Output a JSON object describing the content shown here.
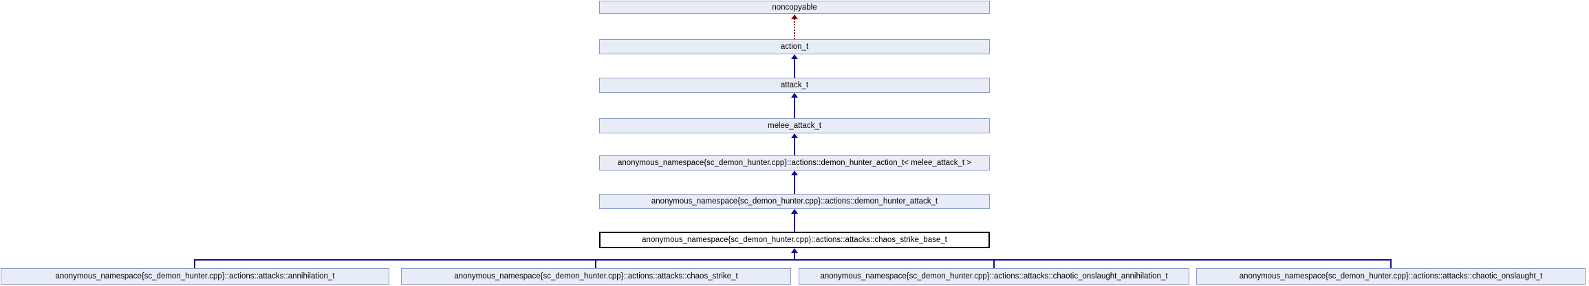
{
  "diagram": {
    "kind": "inheritance-graph",
    "colors": {
      "background": "#ffffff",
      "node_fill": "#e8ecf6",
      "node_border": "#8a9ac6",
      "selected_fill": "#ffffff",
      "selected_border": "#000000",
      "arrow_blue": "#0f0f8b",
      "arrow_red": "#8b0000"
    },
    "nodes": {
      "noncopyable": {
        "label": "noncopyable"
      },
      "action_t": {
        "label": "action_t"
      },
      "attack_t": {
        "label": "attack_t"
      },
      "melee_attack_t": {
        "label": "melee_attack_t"
      },
      "demon_hunter_action_t": {
        "label": "anonymous_namespace{sc_demon_hunter.cpp}::actions::demon_hunter_action_t< melee_attack_t >"
      },
      "demon_hunter_attack_t": {
        "label": "anonymous_namespace{sc_demon_hunter.cpp}::actions::demon_hunter_attack_t"
      },
      "chaos_strike_base_t": {
        "label": "anonymous_namespace{sc_demon_hunter.cpp}::actions::attacks::chaos_strike_base_t"
      },
      "annihilation_t": {
        "label": "anonymous_namespace{sc_demon_hunter.cpp}::actions::attacks::annihilation_t"
      },
      "chaos_strike_t": {
        "label": "anonymous_namespace{sc_demon_hunter.cpp}::actions::attacks::chaos_strike_t"
      },
      "chaotic_onslaught_annihilation_t": {
        "label": "anonymous_namespace{sc_demon_hunter.cpp}::actions::attacks::chaotic_onslaught_annihilation_t"
      },
      "chaotic_onslaught_t": {
        "label": "anonymous_namespace{sc_demon_hunter.cpp}::actions::attacks::chaotic_onslaught_t"
      }
    },
    "edges": [
      {
        "from": "action_t",
        "to": "noncopyable",
        "style": "dotted",
        "color": "#8b0000"
      },
      {
        "from": "attack_t",
        "to": "action_t",
        "style": "solid",
        "color": "#0f0f8b"
      },
      {
        "from": "melee_attack_t",
        "to": "attack_t",
        "style": "solid",
        "color": "#0f0f8b"
      },
      {
        "from": "demon_hunter_action_t",
        "to": "melee_attack_t",
        "style": "solid",
        "color": "#0f0f8b"
      },
      {
        "from": "demon_hunter_attack_t",
        "to": "demon_hunter_action_t",
        "style": "solid",
        "color": "#0f0f8b"
      },
      {
        "from": "chaos_strike_base_t",
        "to": "demon_hunter_attack_t",
        "style": "solid",
        "color": "#0f0f8b"
      },
      {
        "from": "annihilation_t",
        "to": "chaos_strike_base_t",
        "style": "solid",
        "color": "#0f0f8b"
      },
      {
        "from": "chaos_strike_t",
        "to": "chaos_strike_base_t",
        "style": "solid",
        "color": "#0f0f8b"
      },
      {
        "from": "chaotic_onslaught_annihilation_t",
        "to": "chaos_strike_base_t",
        "style": "solid",
        "color": "#0f0f8b"
      },
      {
        "from": "chaotic_onslaught_t",
        "to": "chaos_strike_base_t",
        "style": "solid",
        "color": "#0f0f8b"
      }
    ]
  }
}
